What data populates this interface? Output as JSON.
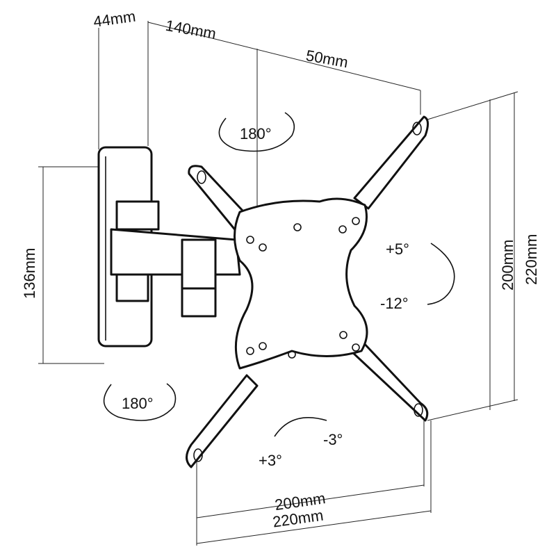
{
  "dimensions": {
    "depth_wall": "44mm",
    "arm_depth": "140mm",
    "offset": "50mm",
    "wall_plate_height": "136mm",
    "vesa_vertical_min": "200mm",
    "vesa_vertical_max": "220mm",
    "vesa_horizontal_min": "200mm",
    "vesa_horizontal_max": "220mm"
  },
  "rotations": {
    "swivel_top": "180°",
    "swivel_bottom": "180°",
    "tilt_up": "+5°",
    "tilt_down": "-12°",
    "level_plus": "+3°",
    "level_minus": "-3°"
  }
}
